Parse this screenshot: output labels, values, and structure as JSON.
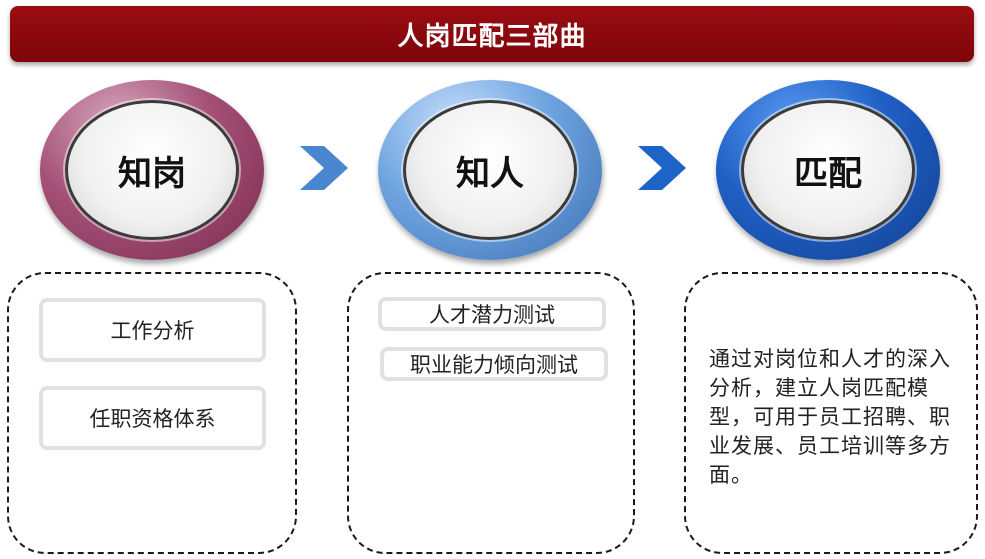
{
  "title": "人岗匹配三部曲",
  "steps": [
    {
      "label": "知岗",
      "color": "#8a3660"
    },
    {
      "label": "知人",
      "color": "#5a92d6"
    },
    {
      "label": "匹配",
      "color": "#1a56b8"
    }
  ],
  "panels": {
    "job": {
      "items": [
        "工作分析",
        "任职资格体系"
      ]
    },
    "person": {
      "items": [
        "人才潜力测试",
        "职业能力倾向测试"
      ]
    },
    "match": {
      "description": "通过对岗位和人才的深入分析，建立人岗匹配模型，可用于员工招聘、职业发展、员工培训等多方面。"
    }
  },
  "arrow_colors": [
    "#4a86cf",
    "#1e64c8"
  ]
}
